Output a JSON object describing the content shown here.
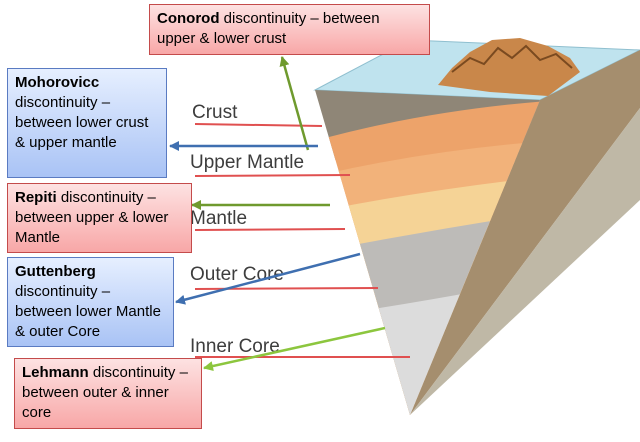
{
  "layers": [
    {
      "label": "Crust"
    },
    {
      "label": "Upper Mantle"
    },
    {
      "label": "Mantle"
    },
    {
      "label": "Outer Core"
    },
    {
      "label": "Inner Core"
    }
  ],
  "callouts": {
    "conorod": {
      "name": "Conorod",
      "desc": " discontinuity – between upper & lower crust"
    },
    "mohorovicc": {
      "name": "Mohorovicc",
      "desc": " discontinuity – between lower crust & upper mantle"
    },
    "repiti": {
      "name": "Repiti",
      "desc": " discontinuity – between upper & lower Mantle"
    },
    "guttenberg": {
      "name": "Guttenberg",
      "desc": " discontinuity – between lower Mantle & outer Core"
    },
    "lehmann": {
      "name": "Lehmann",
      "desc": " discontinuity – between outer & inner core"
    }
  },
  "colors": {
    "red_box": "#f8a7a7",
    "blue_box": "#a9c3f5",
    "arrow_green": "#6f9a2e",
    "arrow_blue": "#3f6fb0",
    "arrow_light_green": "#8cc63e",
    "label_line": "#e05050"
  }
}
